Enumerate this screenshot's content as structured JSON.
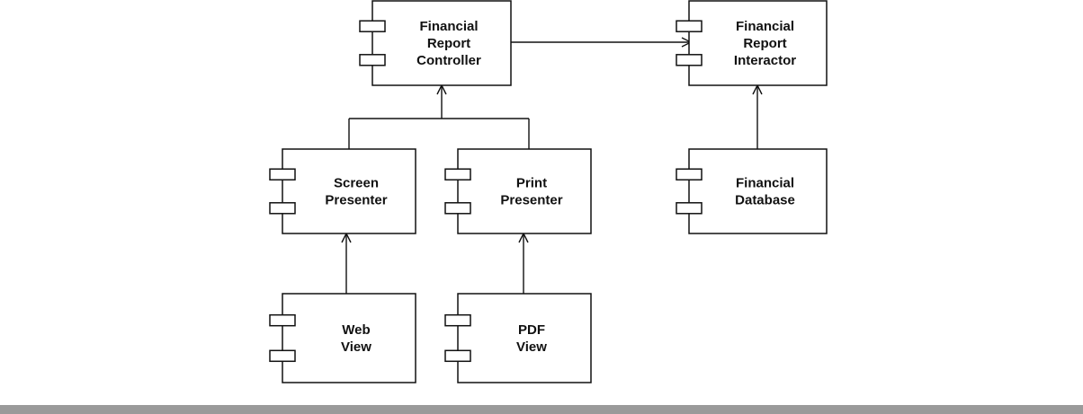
{
  "diagram": {
    "components": [
      {
        "id": "financial-report-controller",
        "lines": [
          "Financial",
          "Report",
          "Controller"
        ]
      },
      {
        "id": "financial-report-interactor",
        "lines": [
          "Financial",
          "Report",
          "Interactor"
        ]
      },
      {
        "id": "screen-presenter",
        "lines": [
          "Screen",
          "Presenter"
        ]
      },
      {
        "id": "print-presenter",
        "lines": [
          "Print",
          "Presenter"
        ]
      },
      {
        "id": "financial-database",
        "lines": [
          "Financial",
          "Database"
        ]
      },
      {
        "id": "web-view",
        "lines": [
          "Web",
          "View"
        ]
      },
      {
        "id": "pdf-view",
        "lines": [
          "PDF",
          "View"
        ]
      }
    ],
    "dependencies": [
      {
        "from": "financial-report-controller",
        "to": "financial-report-interactor"
      },
      {
        "from": "screen-presenter",
        "to": "financial-report-controller"
      },
      {
        "from": "print-presenter",
        "to": "financial-report-controller"
      },
      {
        "from": "financial-database",
        "to": "financial-report-interactor"
      },
      {
        "from": "web-view",
        "to": "screen-presenter"
      },
      {
        "from": "pdf-view",
        "to": "print-presenter"
      }
    ],
    "colors": {
      "stroke": "#111111",
      "fill": "#ffffff",
      "footer_bar": "#9a9a9a"
    }
  }
}
